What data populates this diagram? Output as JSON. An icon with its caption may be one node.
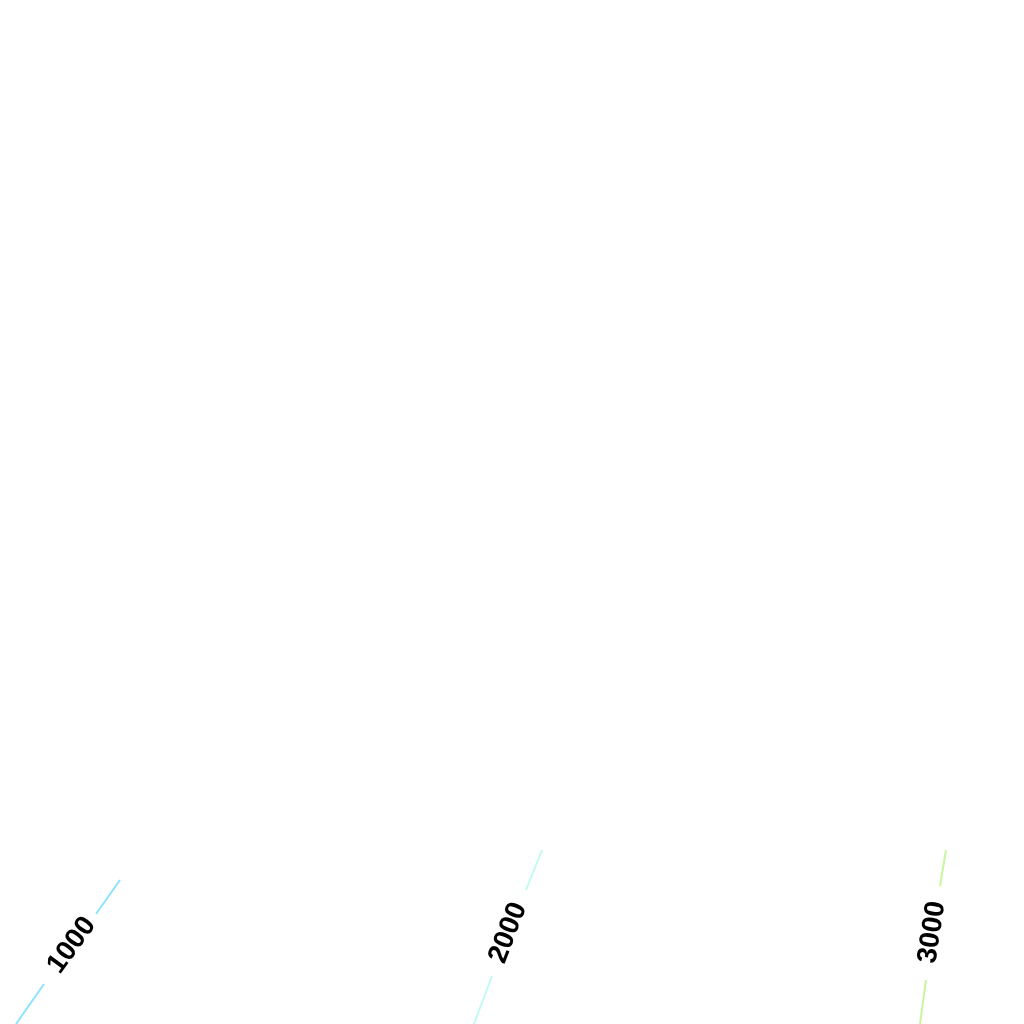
{
  "diagram": {
    "labels": [
      "1000",
      "2000",
      "3000"
    ]
  }
}
